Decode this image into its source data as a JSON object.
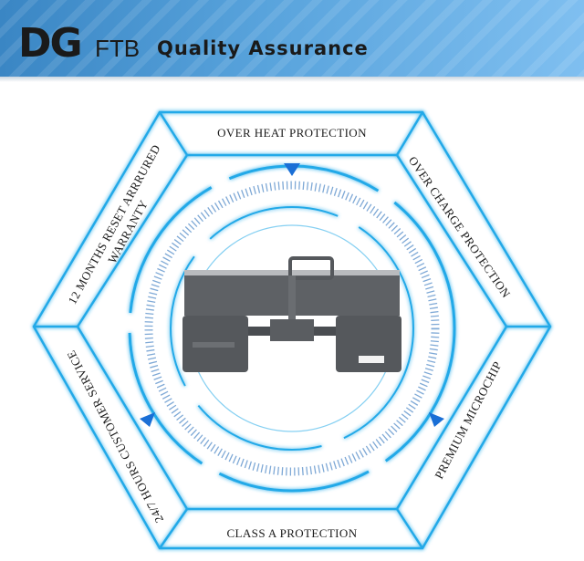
{
  "header": {
    "logo": {
      "mark": "DG",
      "sub": "FTB"
    },
    "title": "Quality Assurance"
  },
  "features": {
    "top": "OVER HEAT PROTECTION",
    "upper_right": "OVER CHARGE PROTECTION",
    "lower_right": "PREMIUM MICROCHIP",
    "bottom": "CLASS A PROTECTION",
    "lower_left": "24/7 HOURS CUSTOMER SERVICE",
    "upper_left_line1": "12 MONTHS RESET ARRRURED",
    "upper_left_line2": "WARRANTY"
  },
  "colors": {
    "accent": "#22a9e8",
    "arrow": "#1a6fd6",
    "dark": "#1a1a1a",
    "battery": "#55585c"
  },
  "icons": [
    "battery-product-image",
    "triangle-arrow-icon"
  ]
}
